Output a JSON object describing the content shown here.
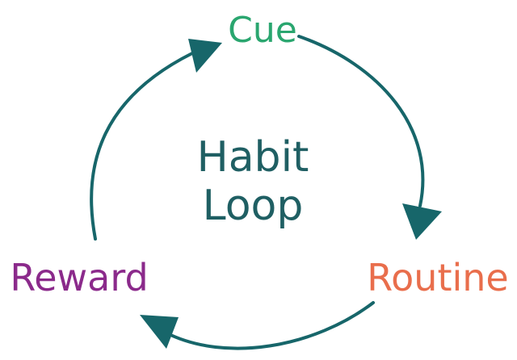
{
  "center": {
    "line1": "Habit",
    "line2": "Loop",
    "color": "#1f5f63"
  },
  "nodes": {
    "cue": {
      "label": "Cue",
      "color": "#2aa66f"
    },
    "routine": {
      "label": "Routine",
      "color": "#e96e4c"
    },
    "reward": {
      "label": "Reward",
      "color": "#8b2a8b"
    }
  },
  "arrow_color": "#17666a"
}
